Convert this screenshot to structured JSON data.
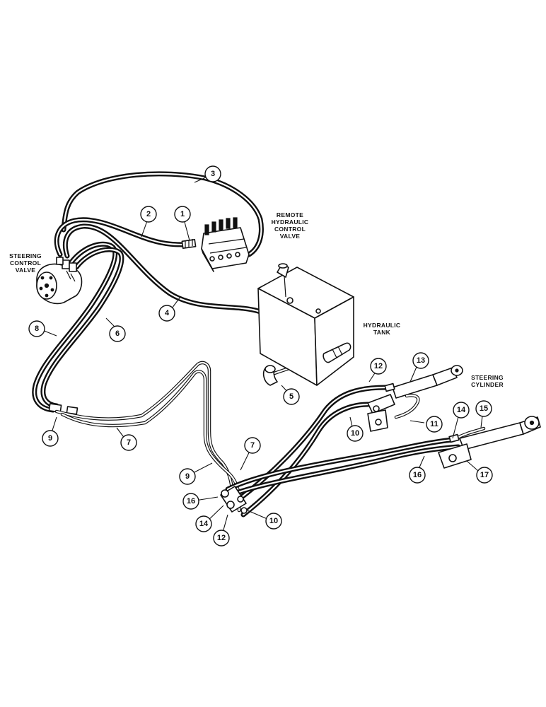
{
  "labels": {
    "steering_control_valve": [
      "STEERING",
      "CONTROL",
      "VALVE"
    ],
    "remote_hydraulic_control_valve": [
      "REMOTE",
      "HYDRAULIC",
      "CONTROL",
      "VALVE"
    ],
    "hydraulic_tank": [
      "HYDRAULIC",
      "TANK"
    ],
    "steering_cylinder": [
      "STEERING",
      "CYLINDER"
    ]
  },
  "callouts": {
    "c1": "1",
    "c2": "2",
    "c3": "3",
    "c4": "4",
    "c5": "5",
    "c6": "6",
    "c7a": "7",
    "c7b": "7",
    "c8": "8",
    "c9a": "9",
    "c9b": "9",
    "c10a": "10",
    "c10b": "10",
    "c11": "11",
    "c12a": "12",
    "c12b": "12",
    "c13": "13",
    "c14a": "14",
    "c14b": "14",
    "c15": "15",
    "c16a": "16",
    "c16b": "16",
    "c17": "17"
  }
}
